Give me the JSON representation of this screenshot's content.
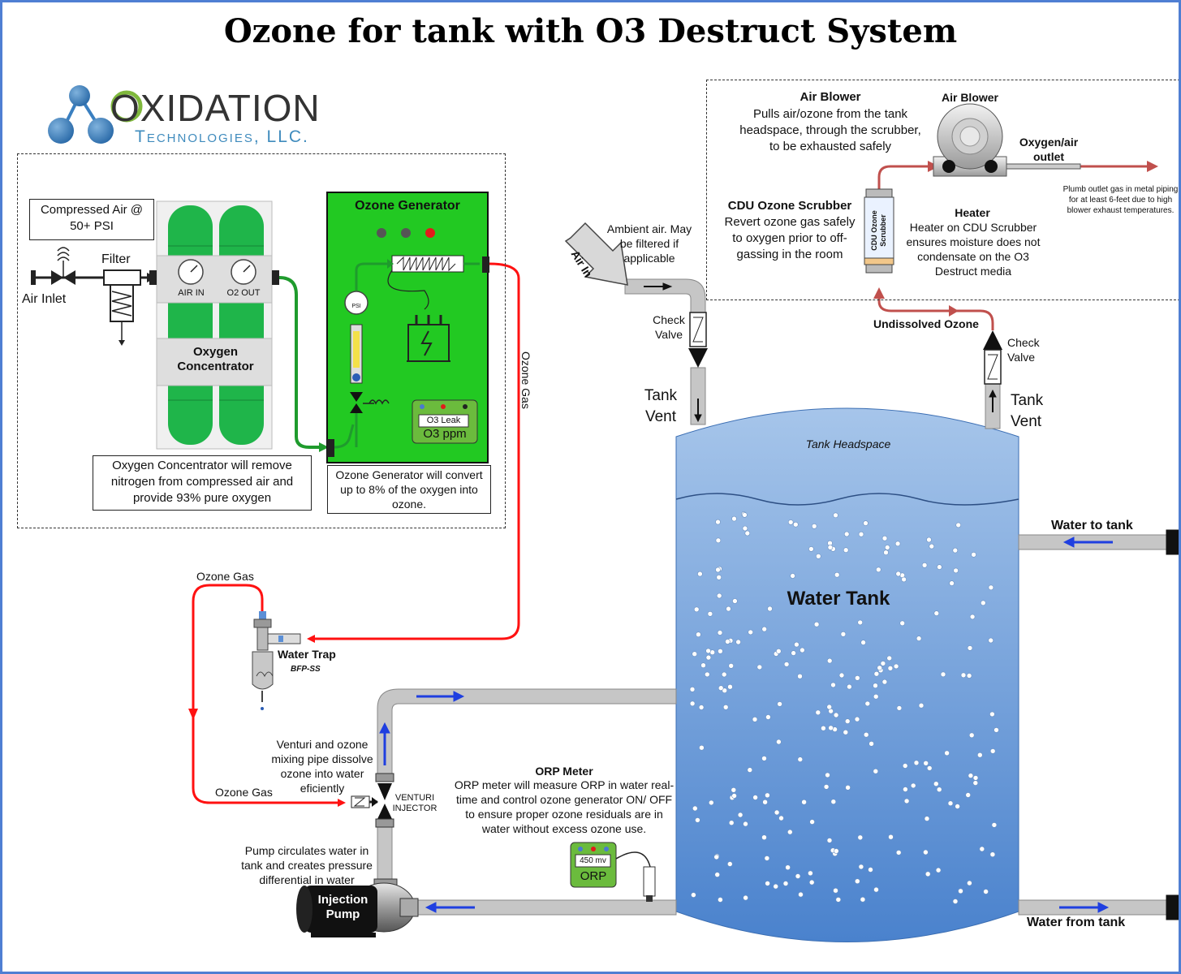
{
  "title": "Ozone for tank with O3 Destruct System",
  "logo": {
    "name": "OXIDATION",
    "subtitle": "Technologies, LLC."
  },
  "feed": {
    "compressed_air": "Compressed Air @ 50+ PSI",
    "filter": "Filter",
    "air_inlet": "Air Inlet",
    "gauge_air_in": "AIR IN",
    "gauge_o2_out": "O2 OUT",
    "concentrator": "Oxygen Concentrator",
    "concentrator_note": "Oxygen Concentrator will remove nitrogen from compressed air and provide 93% pure oxygen"
  },
  "generator": {
    "title": "Ozone Generator",
    "psi": "PSI",
    "leak": "O3 Leak",
    "ppm": "O3 ppm",
    "note": "Ozone Generator will convert up to 8% of the oxygen into ozone.",
    "ozone_gas_out": "Ozone Gas"
  },
  "trap": {
    "ozone_gas_top": "Ozone Gas",
    "label": "Water Trap",
    "model": "BFP-SS",
    "ozone_gas_bottom": "Ozone Gas"
  },
  "venturi": {
    "note": "Venturi and ozone mixing pipe dissolve ozone into water eficiently",
    "label": "VENTURI INJECTOR"
  },
  "pump": {
    "note": "Pump circulates water in tank and creates pressure differential in water",
    "label": "Injection Pump"
  },
  "orp": {
    "title": "ORP Meter",
    "note": "ORP meter will measure ORP in water real-time and control ozone generator ON/ OFF to ensure proper ozone residuals are in water without excess ozone use.",
    "reading": "450 mv",
    "label": "ORP"
  },
  "tank": {
    "headspace": "Tank Headspace",
    "label": "Water Tank",
    "water_to": "Water to tank",
    "water_from": "Water from tank",
    "vent_left": "Tank Vent",
    "vent_right": "Tank Vent"
  },
  "air_in": {
    "arrow": "Air In",
    "note": "Ambient air. May be filtered if applicable",
    "check_valve_left": "Check Valve",
    "check_valve_right": "Check Valve",
    "undissolved": "Undissolved Ozone"
  },
  "destruct": {
    "blower_title": "Air Blower",
    "blower_note": "Pulls air/ozone from the tank headspace, through the scrubber, to be exhausted safely",
    "blower_label": "Air Blower",
    "outlet": "Oxygen/air outlet",
    "outlet_note": "Plumb outlet gas in metal piping for at least 6-feet due to high blower exhaust temperatures.",
    "scrubber_title": "CDU Ozone Scrubber",
    "scrubber_note": "Revert ozone gas safely to oxygen prior to off-gassing in the room",
    "scrubber_label": "CDU Ozone Scrubber",
    "heater_title": "Heater",
    "heater_note": "Heater on CDU Scrubber ensures moisture does not condensate on the O3 Destruct media"
  },
  "colors": {
    "border": "#4f7fd3",
    "green_panel": "#22c922",
    "ozone_line": "#ff1111",
    "oxygen_line": "#1f9b2d",
    "exhaust_line": "#c0504d",
    "flow_arrow": "#1f3fe0",
    "pipe": "#c6c6c6",
    "tank_top": "#94b8e4",
    "tank_bottom": "#4c84cf"
  }
}
